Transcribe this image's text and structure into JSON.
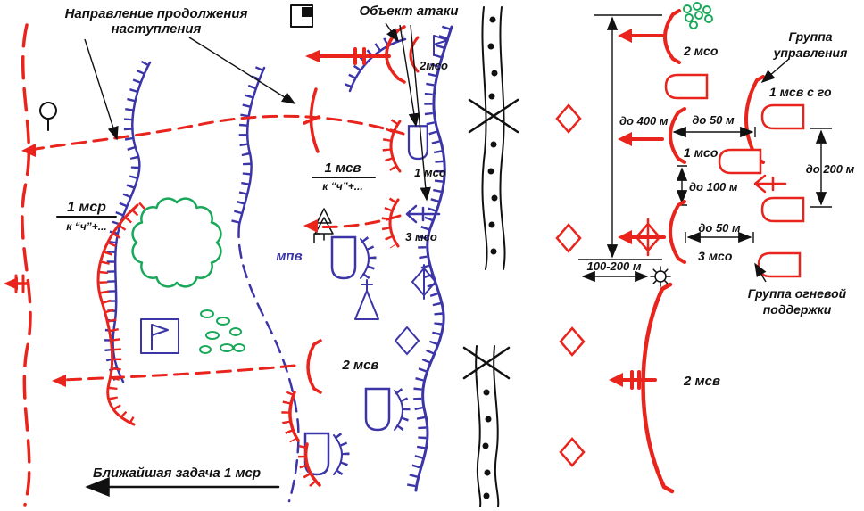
{
  "colors": {
    "red": "#e8241c",
    "blue": "#3b35a8",
    "green": "#18a85a",
    "black": "#111111"
  },
  "map": {
    "title_arrow_label": {
      "line1": "Направление продолжения",
      "line2": "наступления"
    },
    "attack_object_label": "Объект атаки",
    "units": {
      "mso2": "2мсо",
      "msv1": "1 мсв",
      "msv1_time": "к “ч”+...",
      "mso1": "1 мсо",
      "mso3": "3 мсо",
      "msr1": "1 мср",
      "msr1_time": "к “ч”+...",
      "mpv": "мпв",
      "msv2": "2 мсв"
    },
    "nearest_task_label": "Ближайшая задача 1 мср"
  },
  "scheme": {
    "mso2": "2 мсо",
    "control_group": {
      "line1": "Группа",
      "line2": "управления"
    },
    "msv1_go": "1 мсв с го",
    "mso1": "1 мсо",
    "mso3": "3 мсо",
    "distances": {
      "d400": "до 400 м",
      "d50_top": "до 50 м",
      "d200": "до 200 м",
      "d100": "до 100 м",
      "d50_bottom": "до 50 м",
      "d100_200": "100-200 м"
    },
    "fire_support": {
      "line1": "Группа огневой",
      "line2": "поддержки"
    },
    "msv2": "2 мсв"
  }
}
